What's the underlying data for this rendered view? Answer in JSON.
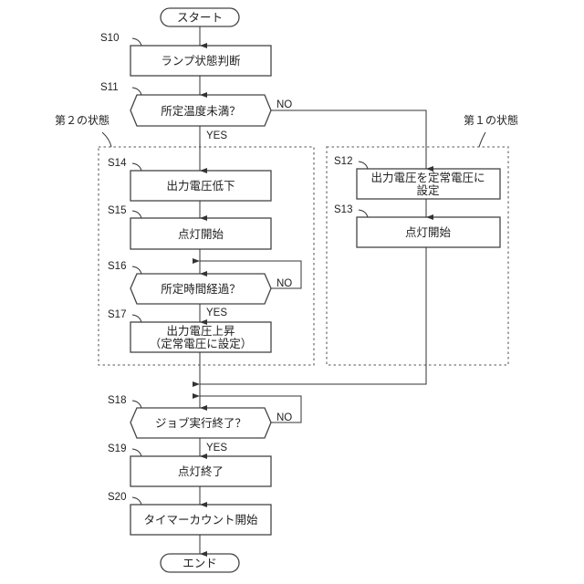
{
  "terminals": {
    "start": "スタート",
    "end": "エンド"
  },
  "regions": {
    "state2": "第２の状態",
    "state1": "第１の状態"
  },
  "branch_labels": {
    "yes": "YES",
    "no": "NO"
  },
  "steps": {
    "S10": {
      "id": "S10",
      "text": "ランプ状態判断"
    },
    "S11": {
      "id": "S11",
      "text": "所定温度未満？"
    },
    "S12": {
      "id": "S12",
      "line1": "出力電圧を定常電圧に",
      "line2": "設定"
    },
    "S13": {
      "id": "S13",
      "text": "点灯開始"
    },
    "S14": {
      "id": "S14",
      "text": "出力電圧低下"
    },
    "S15": {
      "id": "S15",
      "text": "点灯開始"
    },
    "S16": {
      "id": "S16",
      "text": "所定時間経過？"
    },
    "S17": {
      "id": "S17",
      "line1": "出力電圧上昇",
      "line2": "（定常電圧に設定）"
    },
    "S18": {
      "id": "S18",
      "text": "ジョブ実行終了？"
    },
    "S19": {
      "id": "S19",
      "text": "点灯終了"
    },
    "S20": {
      "id": "S20",
      "text": "タイマーカウント開始"
    }
  }
}
